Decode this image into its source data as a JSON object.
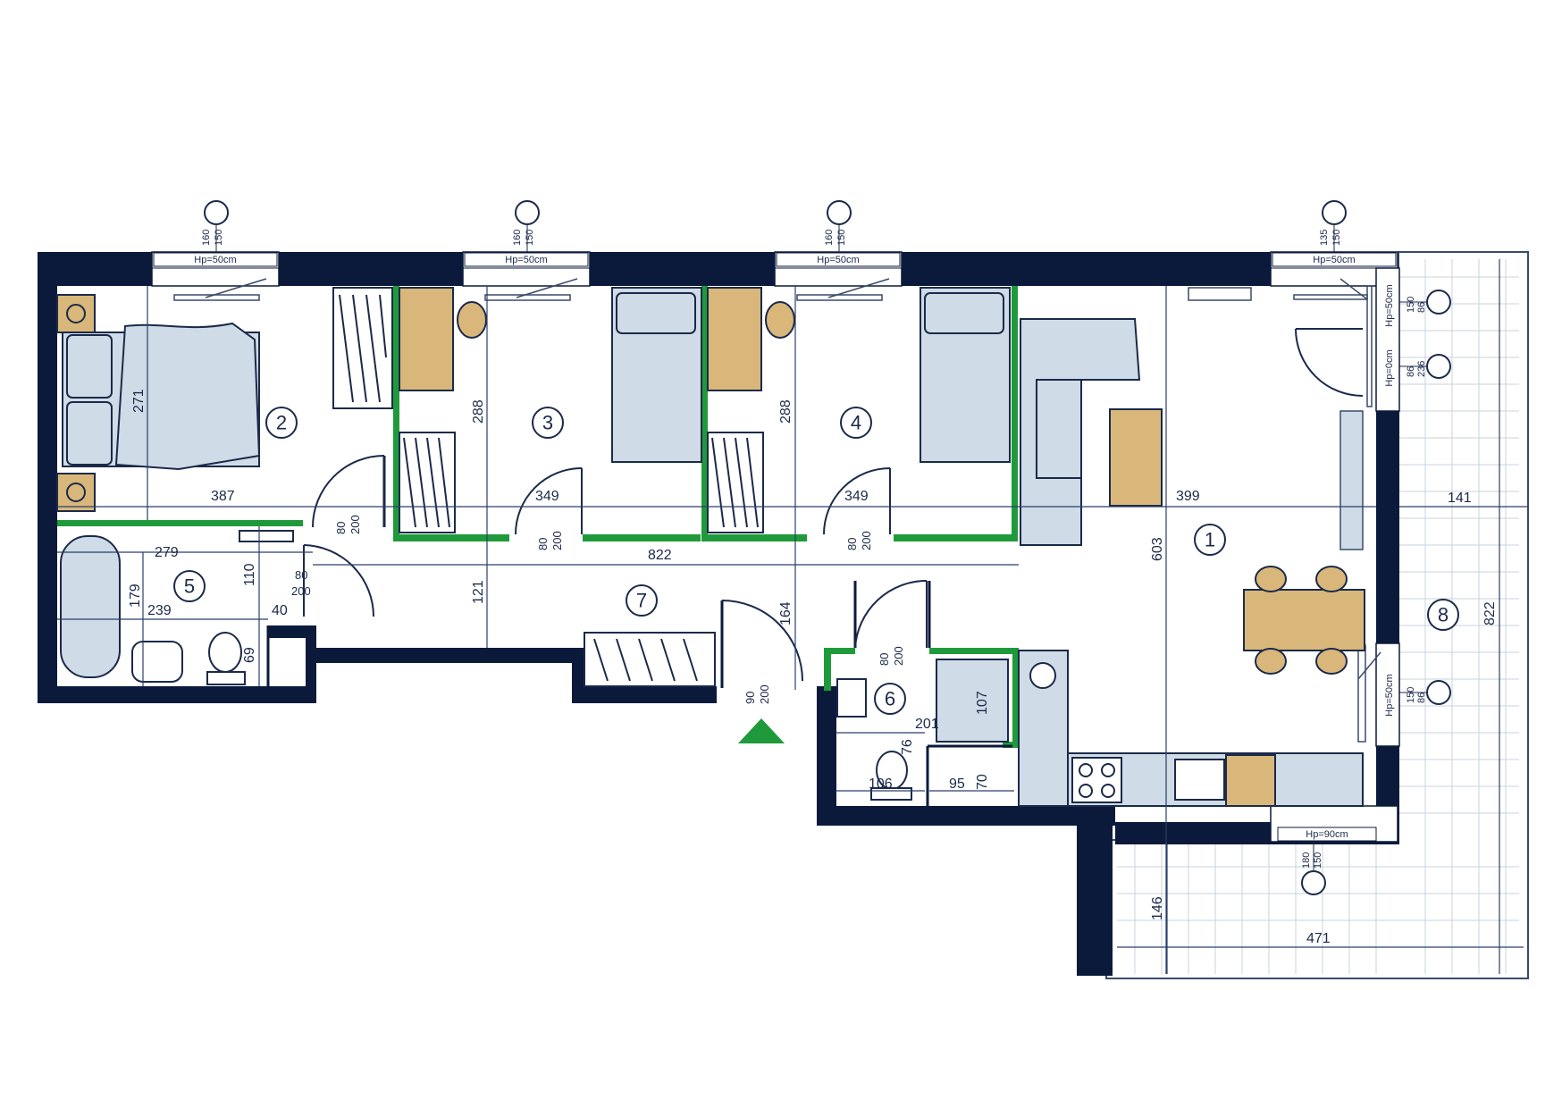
{
  "colors": {
    "wall": "#0b1a3b",
    "partition_green": "#1f9a3a",
    "furniture_fill": "#cfdbe6",
    "wood": "#d9b77a",
    "dimension_line": "#2b3f6b",
    "entrance_arrow": "#1f9a3a"
  },
  "rooms": [
    {
      "number": "1"
    },
    {
      "number": "2"
    },
    {
      "number": "3"
    },
    {
      "number": "4"
    },
    {
      "number": "5"
    },
    {
      "number": "6"
    },
    {
      "number": "7"
    },
    {
      "number": "8"
    }
  ],
  "window_labels": {
    "w1": "Hp=50cm",
    "w2": "Hp=50cm",
    "w3": "Hp=50cm",
    "w4": "Hp=50cm",
    "w5": "Hp=50cm",
    "w6": "Hp=0cm",
    "w7": "Hp=50cm",
    "w8": "Hp=90cm"
  },
  "window_sizes": {
    "w1": [
      "160",
      "150"
    ],
    "w2": [
      "160",
      "150"
    ],
    "w3": [
      "160",
      "150"
    ],
    "w4": [
      "135",
      "150"
    ],
    "w5": [
      "150",
      "86"
    ],
    "w6": [
      "86",
      "236"
    ],
    "w7": [
      "150",
      "86"
    ],
    "w8": [
      "180",
      "150"
    ]
  },
  "door_sizes": {
    "d1": [
      "80",
      "200"
    ],
    "d2": [
      "80",
      "200"
    ],
    "d3": [
      "80",
      "200"
    ],
    "d4": [
      "80",
      "200"
    ],
    "d5": [
      "90",
      "200"
    ],
    "d6": [
      "80",
      "200"
    ]
  },
  "dimensions": {
    "d387": "387",
    "d271": "271",
    "d349a": "349",
    "d349b": "349",
    "d288a": "288",
    "d288b": "288",
    "d399": "399",
    "d141": "141",
    "d279": "279",
    "d110": "110",
    "d179": "179",
    "d239": "239",
    "d40": "40",
    "d69": "69",
    "d822h": "822",
    "d121": "121",
    "d164": "164",
    "d603": "603",
    "d822v": "822",
    "d201": "201",
    "d107": "107",
    "d76": "76",
    "d106": "106",
    "d95": "95",
    "d70": "70",
    "d146": "146",
    "d471": "471"
  }
}
